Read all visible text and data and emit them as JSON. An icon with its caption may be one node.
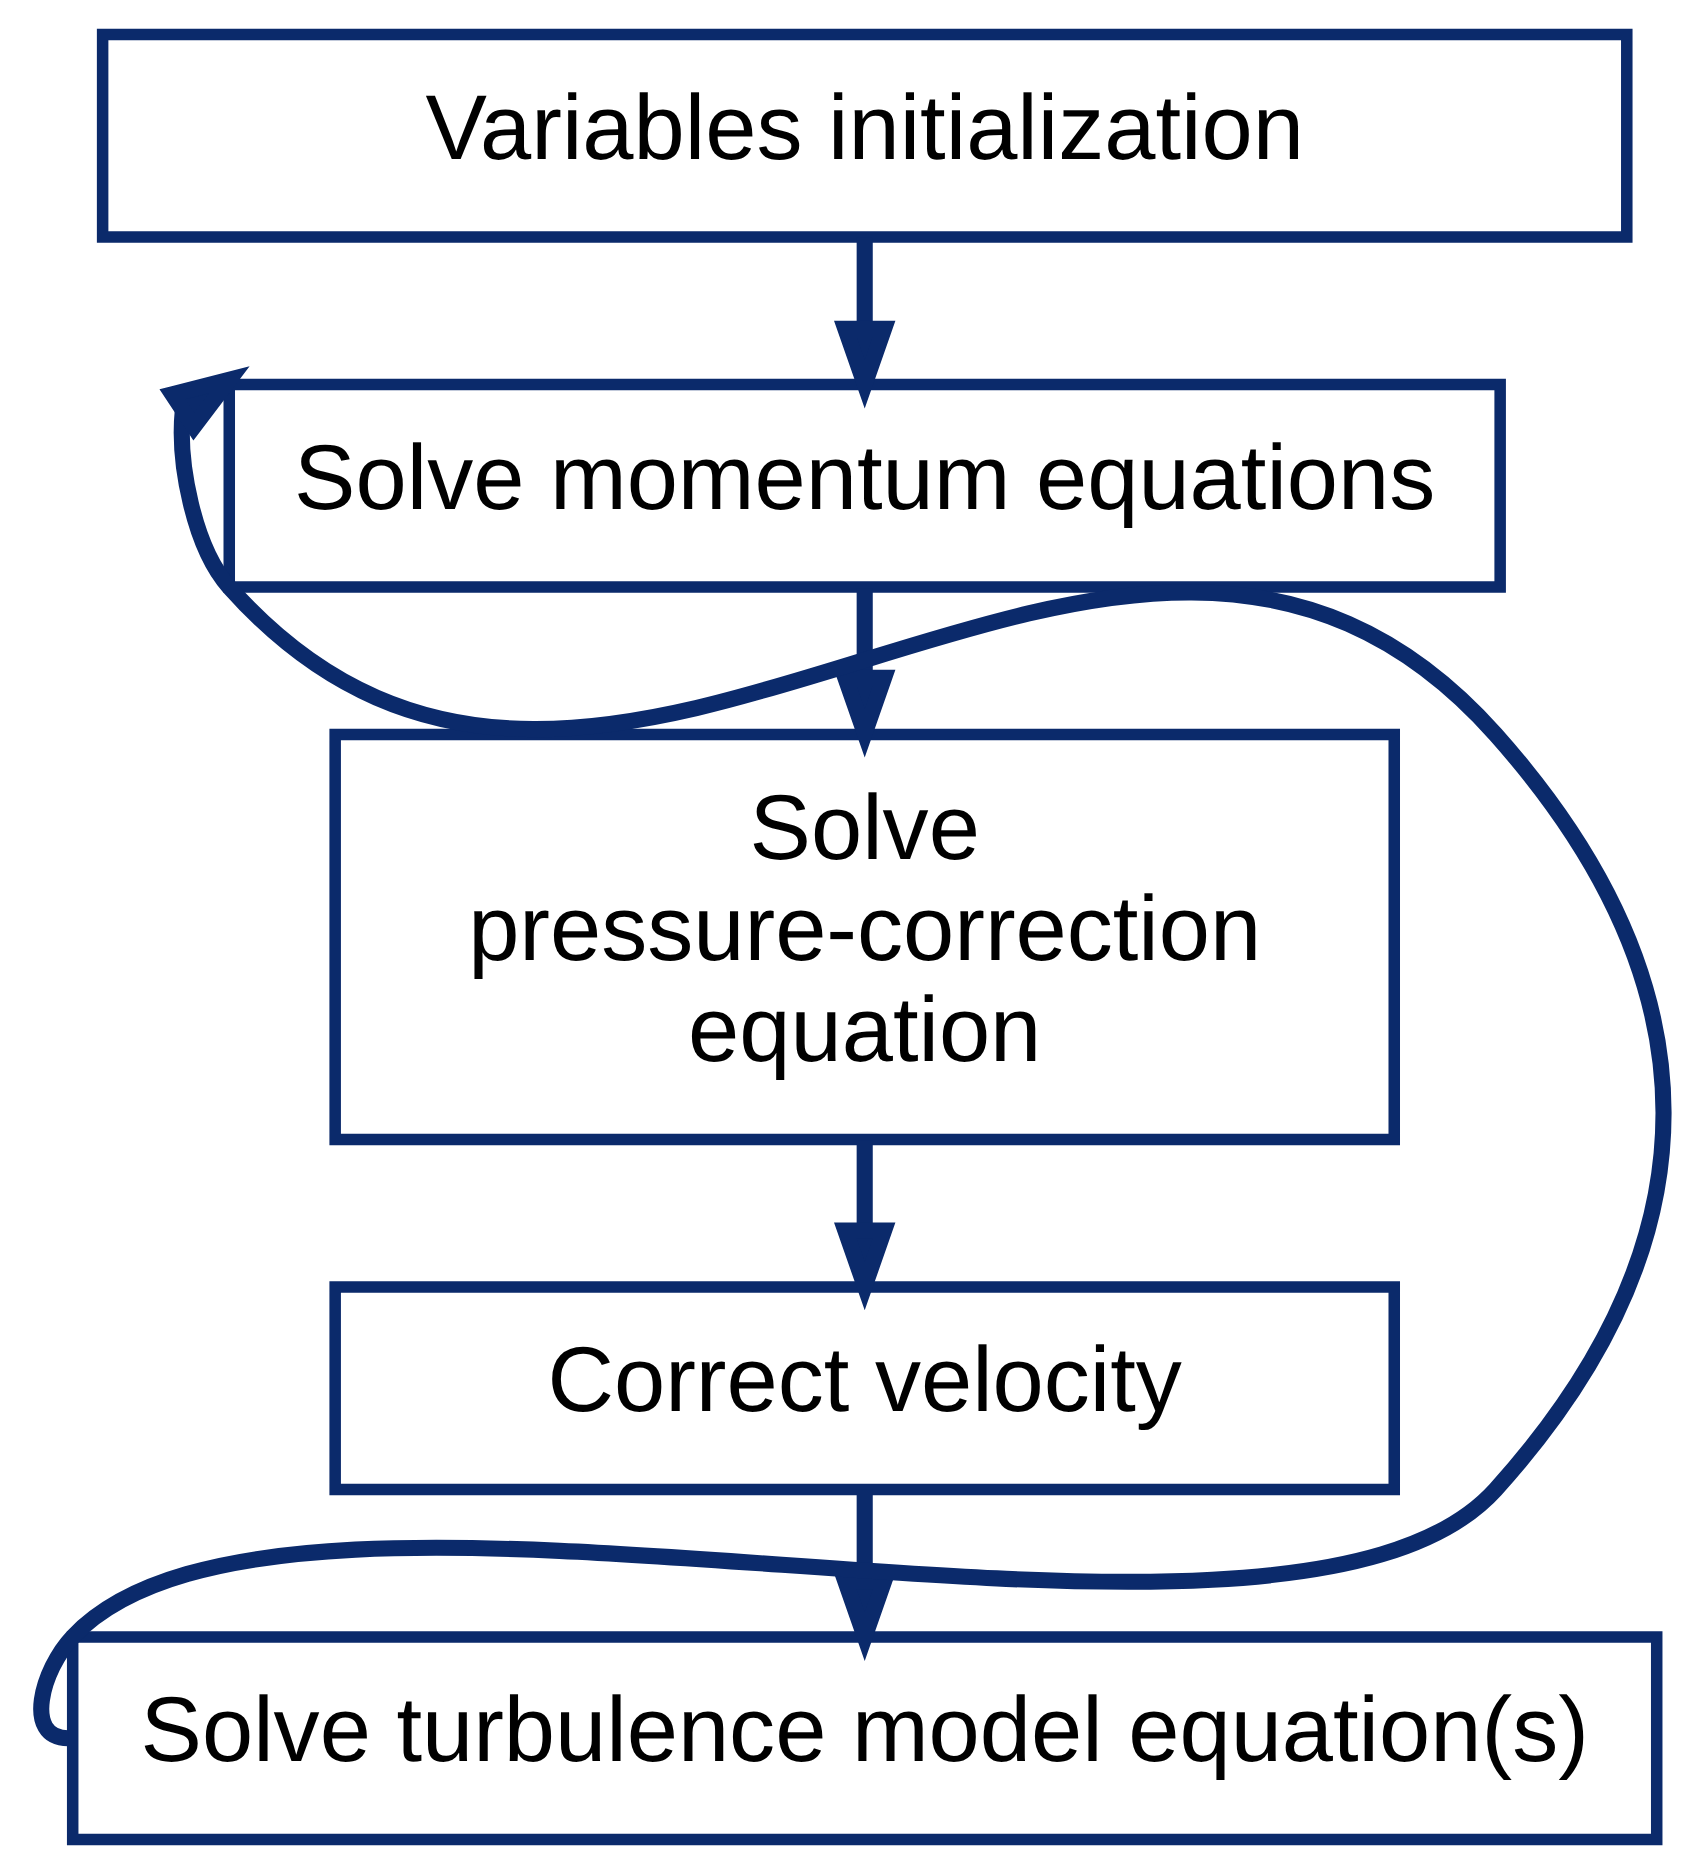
{
  "diagram": {
    "nodes": [
      {
        "text": [
          "Variables initialization"
        ]
      },
      {
        "text": [
          "Solve momentum equations"
        ]
      },
      {
        "text": [
          "Solve pressure-correction equation"
        ]
      },
      {
        "text": [
          "Correct velocity"
        ]
      },
      {
        "text": [
          "Solve turbulence model equation(s)"
        ]
      }
    ],
    "edges": [
      {
        "from": 0,
        "to": 1,
        "arrow": "to"
      },
      {
        "from": 1,
        "to": 2,
        "arrow": "to"
      },
      {
        "from": 2,
        "to": 3,
        "arrow": "to"
      },
      {
        "from": 3,
        "to": 4,
        "arrow": "to"
      },
      {
        "from": 4,
        "to": 1,
        "arrow": "to"
      }
    ]
  }
}
